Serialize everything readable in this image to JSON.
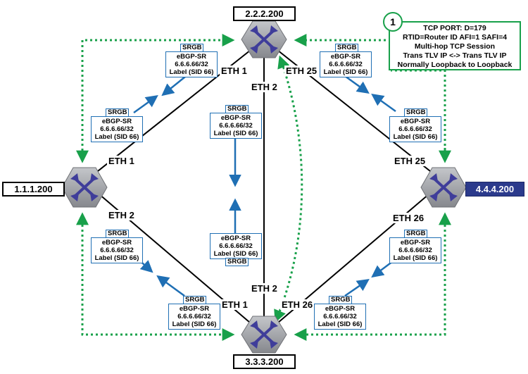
{
  "routers": {
    "top": {
      "ip": "2.2.2.200"
    },
    "left": {
      "ip": "1.1.1.200"
    },
    "right": {
      "ip": "4.4.4.200"
    },
    "bottom": {
      "ip": "3.3.3.200"
    }
  },
  "ports": {
    "top_eth1": "ETH 1",
    "top_eth2": "ETH 2",
    "top_eth25": "ETH 25",
    "left_eth1": "ETH 1",
    "left_eth2": "ETH 2",
    "right_eth25": "ETH 25",
    "right_eth26": "ETH 26",
    "bottom_eth1": "ETH 1",
    "bottom_eth2": "ETH 2",
    "bottom_eth26": "ETH 26"
  },
  "advert": {
    "srgb": "SRGB",
    "line1": "eBGP-SR",
    "line2": "6.6.6.66/32",
    "line3": "Label (SID 66)"
  },
  "callout": {
    "number": "1",
    "lines": [
      "TCP PORT: D=179",
      "RTID=Router ID AFI=1 SAFI=4",
      "Multi-hop TCP Session",
      "Trans TLV IP <-> Trans TLV IP",
      "Normally Loopback to Loopback"
    ]
  },
  "colors": {
    "link": "#000000",
    "arrow": "#1f6fb4",
    "session": "#18a04a",
    "router_body": "#9c9ea3",
    "router_arrows": "#3f3d9a",
    "highlight_ip": "#2b3a8c"
  },
  "icons": {
    "router": "router-icon"
  }
}
